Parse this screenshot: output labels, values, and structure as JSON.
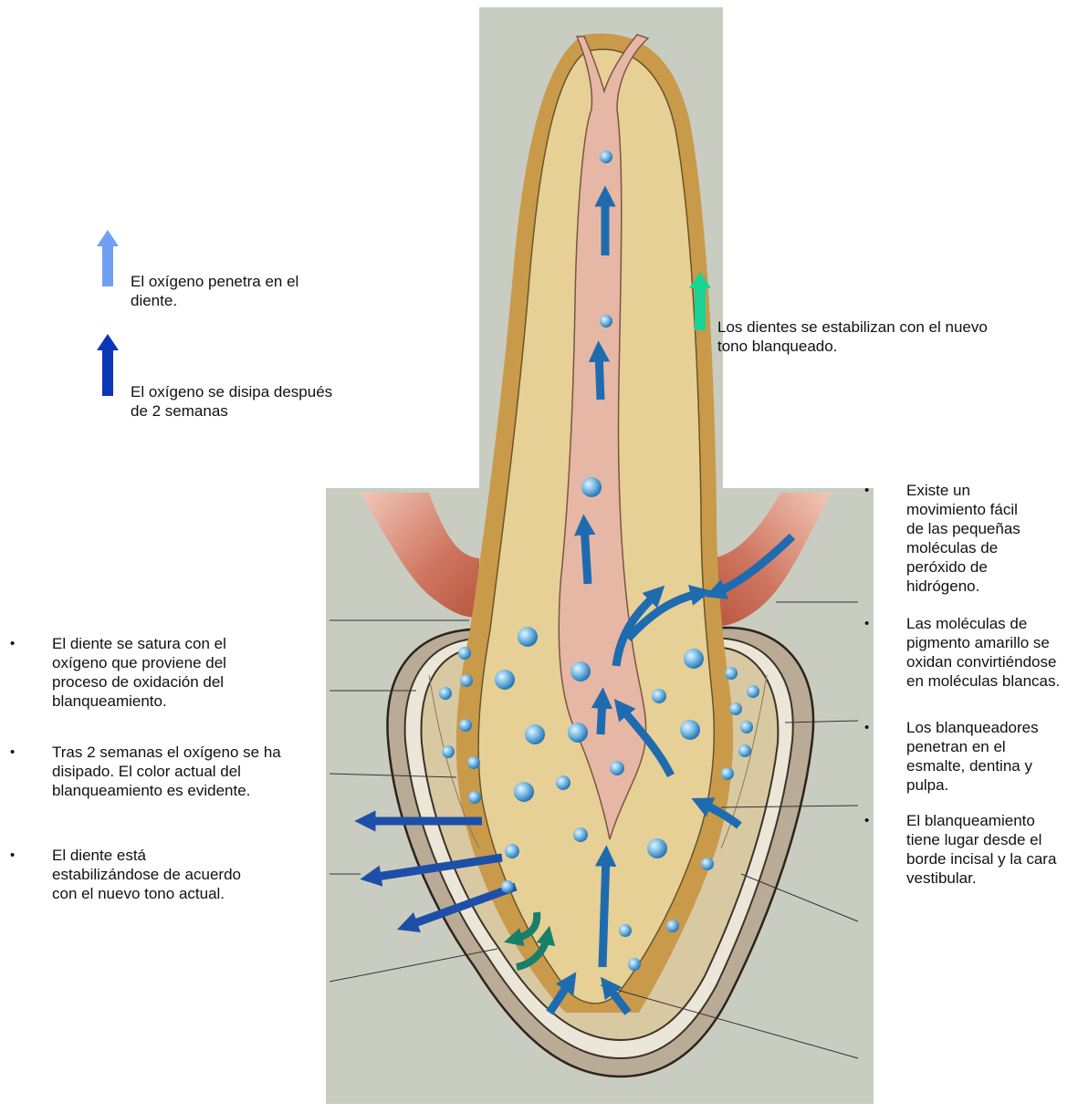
{
  "legend": {
    "light_arrow_text": "El oxígeno penetra en el diente.",
    "dark_arrow_text": "El oxígeno se disipa después de 2 semanas",
    "green_arrow_text": "Los  dientes se estabilizan  con el nuevo tono blanqueado.",
    "light_arrow_color": "#6fa0f2",
    "dark_arrow_color": "#0a36b8",
    "green_arrow_color": "#18d496"
  },
  "left_notes": [
    "El  diente se satura con el oxígeno que proviene  del proceso de oxidación del blanqueamiento.",
    "Tras 2 semanas el oxígeno se ha disipado. El color actual del blanqueamiento es evidente.",
    "El diente está estabilizándose de acuerdo con el nuevo tono actual."
  ],
  "right_notes": [
    "Existe un movimiento fácil de las pequeñas moléculas de peróxido de hidrógeno.",
    "Las moléculas de pigmento amarillo se oxidan convirtiéndose en moléculas blancas.",
    "Los blanqueadores penetran en el esmalte, dentina y pulpa.",
    "El blanqueamiento tiene lugar desde el  borde incisal y la cara vestibular."
  ],
  "bullet_glyph": "•",
  "colors": {
    "background_panel": "#c9ccc0",
    "enamel": "#c99a4a",
    "dentin": "#e8d39a",
    "pulp": "#e7b7a5",
    "gum": "#c86e55",
    "bone": "#b7a993",
    "flow_arrow": "#1f6bb0",
    "outflow_arrow": "#1e4fa8",
    "rotation_arrow": "#177f6a",
    "bubble": "#5fa9d9"
  }
}
